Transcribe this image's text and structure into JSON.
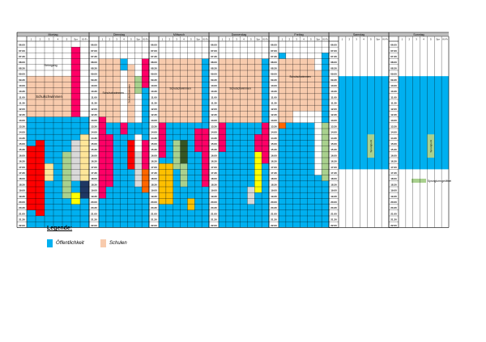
{
  "colors": {
    "public": "#00b0f0",
    "schools": "#f8cbad",
    "pink": "#ff0066",
    "red": "#ff0000",
    "green_light": "#a9d18e",
    "green_dark": "#375623",
    "yellow": "#ffff00",
    "amber": "#ffc000",
    "orange": "#ff6600",
    "grey": "#d9d9d9",
    "navy": "#1f3864",
    "beige": "#ffe699",
    "header_grey": "#bfbfbf"
  },
  "days": [
    {
      "name": "Montag",
      "cols": [
        "1",
        "2",
        "3",
        "4",
        "5",
        "Spr",
        "Kl-Fr"
      ]
    },
    {
      "name": "Dienstag",
      "cols": [
        "1",
        "2",
        "3",
        "4",
        "5",
        "Spr",
        "Kl-Fr"
      ]
    },
    {
      "name": "Mittwoch",
      "cols": [
        "1",
        "2",
        "3",
        "4",
        "5",
        "Spr",
        "Kl-Fr"
      ]
    },
    {
      "name": "Donnerstag",
      "cols": [
        "1",
        "2",
        "3",
        "4",
        "5",
        "Spr",
        "Kl-Fr"
      ]
    },
    {
      "name": "Freitag",
      "cols": [
        "1",
        "2",
        "3",
        "4",
        "5",
        "Spr",
        "Kl-Fr"
      ]
    },
    {
      "name": "Samstag",
      "cols": [
        "1",
        "2",
        "3",
        "4",
        "5",
        "Spr",
        "Kl-Fr"
      ]
    },
    {
      "name": "Sonntag",
      "cols": [
        "1",
        "2",
        "3",
        "4",
        "5",
        "Spr",
        "Kl-Fr"
      ]
    }
  ],
  "times": [
    "06.00",
    "07.00",
    "07.30",
    "08.00",
    "08.30",
    "09.00",
    "09.30",
    "10.00",
    "10.30",
    "11.00",
    "11.30",
    "12.00",
    "12.30",
    "13.00",
    "13.30",
    "14.00",
    "14.30",
    "15.00",
    "15.30",
    "16.00",
    "16.30",
    "17.00",
    "17.30",
    "18.00",
    "18.30",
    "19.00",
    "19.30",
    "20.00",
    "20.30",
    "21.00",
    "21.30",
    "22.00"
  ],
  "block_labels": {
    "cleaning": "Reinigung",
    "school_swimming": "Schulschwimmen",
    "springboard": "Sprungturm",
    "springboard_note": "Sprungturm geöffnet"
  },
  "legend": {
    "title": "Legende:",
    "items": [
      {
        "label": "Öffentlichkeit",
        "color": "#00b0f0"
      },
      {
        "label": "Schulen",
        "color": "#f8cbad"
      }
    ]
  }
}
